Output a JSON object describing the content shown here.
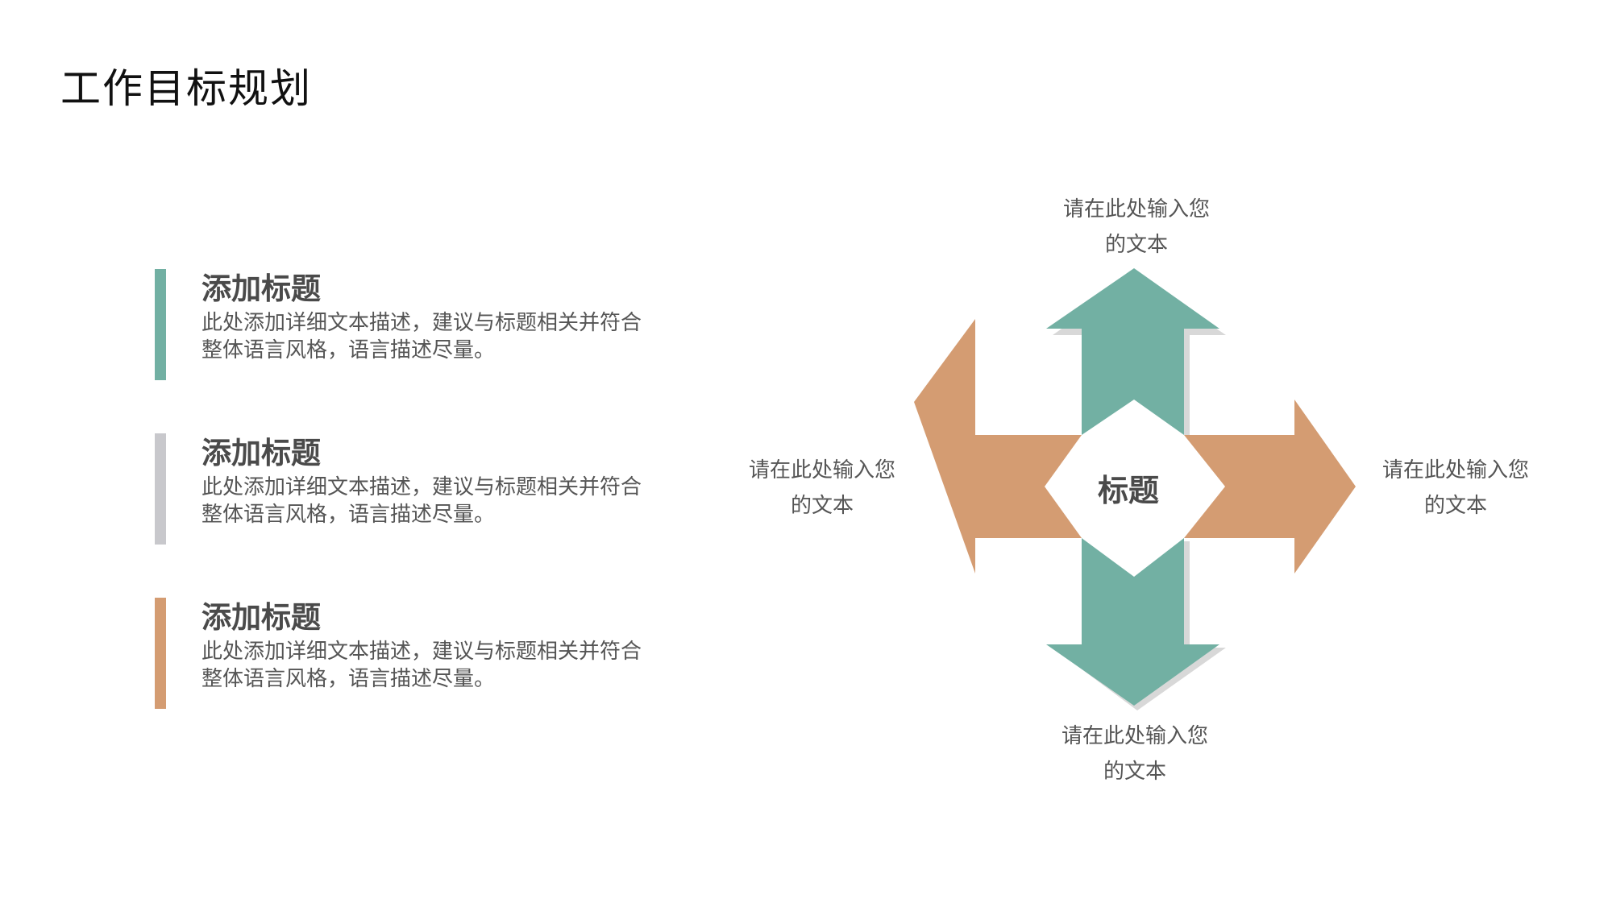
{
  "page": {
    "title": "工作目标规划"
  },
  "colors": {
    "teal": "#72b0a3",
    "orange": "#d49c72",
    "gray": "#c8c8cc"
  },
  "blocks": [
    {
      "heading": "添加标题",
      "line1": "此处添加详细文本描述，建议与标题相关并符合",
      "line2": "整体语言风格，语言描述尽量。",
      "bar_color": "#72b0a3"
    },
    {
      "heading": "添加标题",
      "line1": "此处添加详细文本描述，建议与标题相关并符合",
      "line2": "整体语言风格，语言描述尽量。",
      "bar_color": "#c8c8cc"
    },
    {
      "heading": "添加标题",
      "line1": "此处添加详细文本描述，建议与标题相关并符合",
      "line2": "整体语言风格，语言描述尽量。",
      "bar_color": "#d49c72"
    }
  ],
  "diagram": {
    "center": "标题",
    "top": {
      "line1": "请在此处输入您",
      "line2": "的文本"
    },
    "left": {
      "line1": "请在此处输入您",
      "line2": "的文本"
    },
    "right": {
      "line1": "请在此处输入您",
      "line2": "的文本"
    },
    "bottom": {
      "line1": "请在此处输入您",
      "line2": "的文本"
    }
  }
}
